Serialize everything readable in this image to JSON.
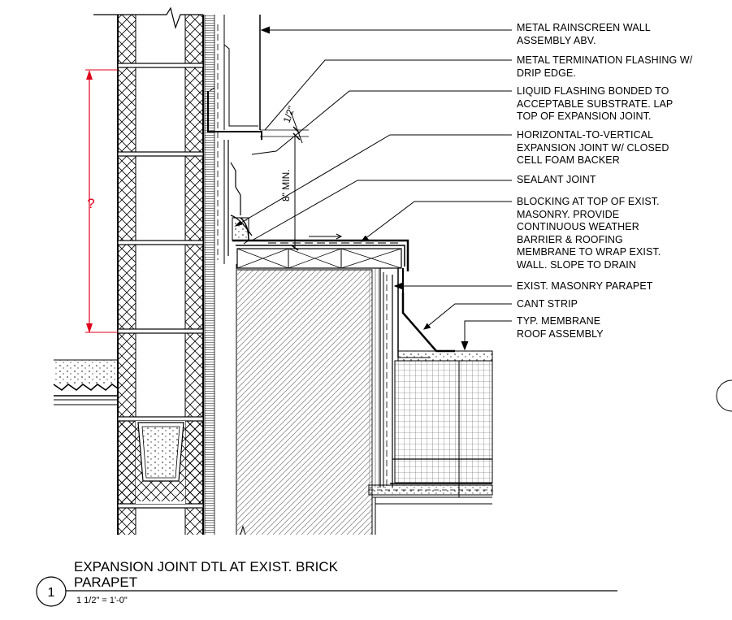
{
  "notes": [
    {
      "lines": [
        "METAL RAINSCREEN WALL",
        "ASSEMBLY ABV."
      ]
    },
    {
      "lines": [
        "METAL TERMINATION FLASHING W/",
        "DRIP EDGE."
      ]
    },
    {
      "lines": [
        "LIQUID FLASHING BONDED TO",
        "ACCEPTABLE SUBSTRATE. LAP",
        "TOP OF EXPANSION JOINT."
      ]
    },
    {
      "lines": [
        "HORIZONTAL-TO-VERTICAL",
        "EXPANSION JOINT W/ CLOSED",
        "CELL FOAM BACKER"
      ]
    },
    {
      "lines": [
        "SEALANT JOINT"
      ]
    },
    {
      "lines": [
        "BLOCKING AT TOP OF EXIST.",
        "MASONRY. PROVIDE",
        "CONTINUOUS WEATHER",
        "BARRIER & ROOFING",
        "MEMBRANE TO WRAP EXIST.",
        "WALL. SLOPE TO DRAIN"
      ]
    },
    {
      "lines": [
        "EXIST. MASONRY PARAPET"
      ]
    },
    {
      "lines": [
        "CANT STRIP"
      ]
    },
    {
      "lines": [
        "TYP. MEMBRANE",
        "ROOF ASSEMBLY"
      ]
    }
  ],
  "dimensions": {
    "question": "?",
    "half_inch": "1/2\"",
    "eight_min": "8\" MIN."
  },
  "title": {
    "number": "1",
    "line1": "EXPANSION JOINT DTL AT EXIST. BRICK",
    "line2": "PARAPET",
    "scale": "1 1/2\" = 1'-0\""
  },
  "colors": {
    "line": "#000000",
    "dimension": "#e0001b",
    "hatch": "#555555"
  }
}
